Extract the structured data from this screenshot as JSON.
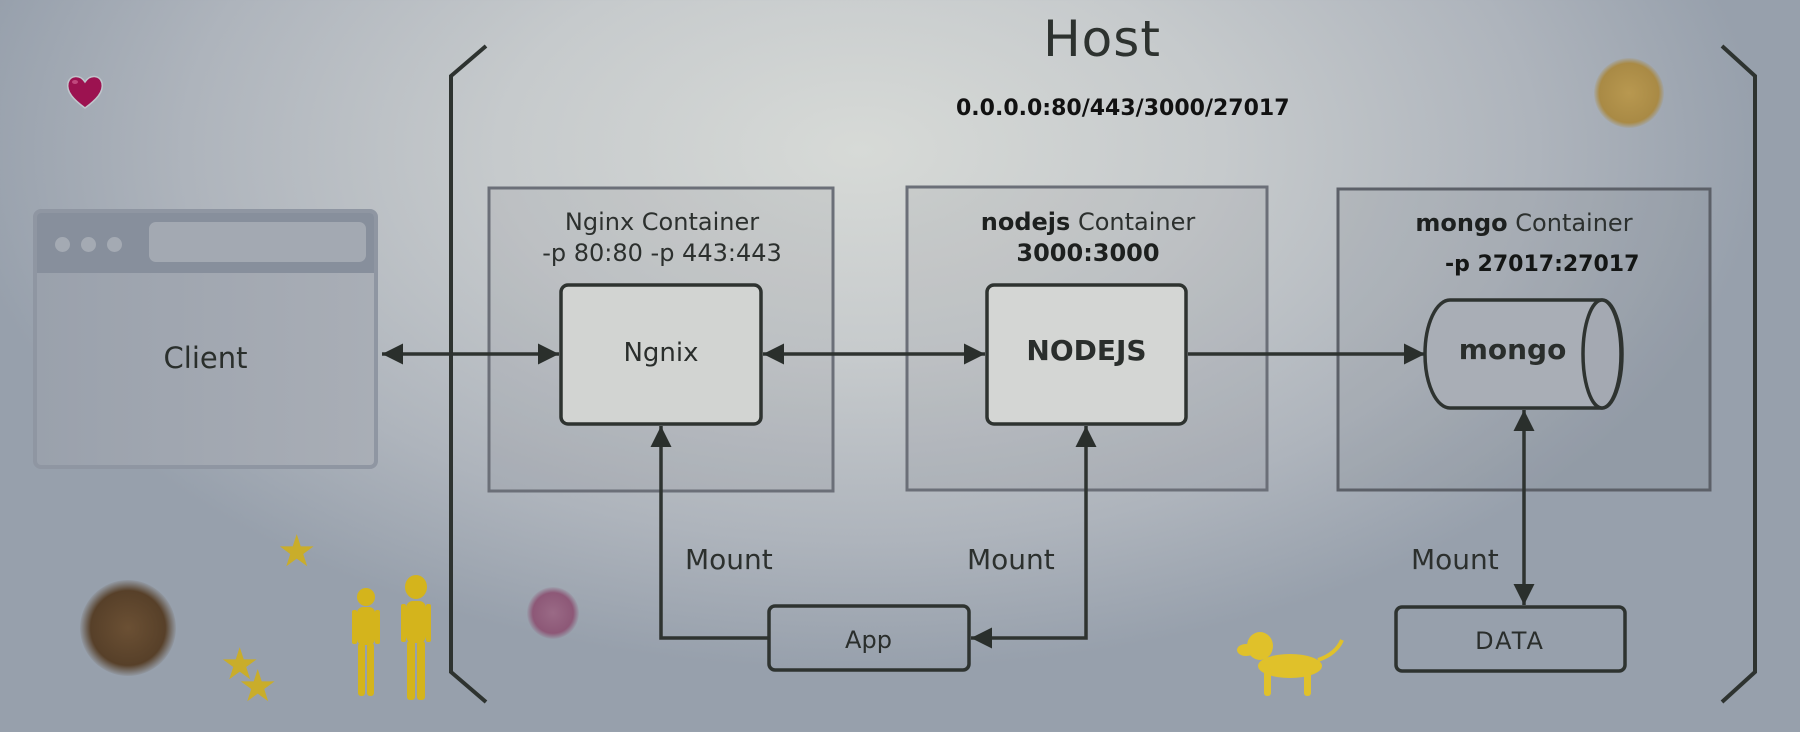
{
  "host": {
    "title": "Host",
    "ports": "0.0.0.0:80/443/3000/27017"
  },
  "client": {
    "label": "Client"
  },
  "containers": [
    {
      "name": "nginx",
      "title_main": "Nginx",
      "title_suffix": " Container",
      "ports": "-p 80:80 -p 443:443",
      "service_label": "Ngnix"
    },
    {
      "name": "nodejs",
      "title_main": "nodejs",
      "title_suffix": " Container",
      "ports": "3000:3000",
      "service_label": "NODEJS"
    },
    {
      "name": "mongo",
      "title_main": "mongo",
      "title_suffix": " Container",
      "ports": "-p 27017:27017",
      "service_label": "mongo"
    }
  ],
  "volumes": [
    {
      "label": "App"
    },
    {
      "label": "DATA"
    }
  ],
  "edges": [
    {
      "from": "Client",
      "to": "Ngnix",
      "direction": "both"
    },
    {
      "from": "Ngnix",
      "to": "NODEJS",
      "direction": "both"
    },
    {
      "from": "NODEJS",
      "to": "mongo",
      "direction": "forward"
    },
    {
      "from": "App",
      "to": "Ngnix",
      "label": "Mount",
      "direction": "forward"
    },
    {
      "from": "App",
      "to": "NODEJS",
      "label": "Mount",
      "direction": "both"
    },
    {
      "from": "mongo",
      "to": "DATA",
      "label": "Mount",
      "direction": "both"
    }
  ],
  "mount_labels": [
    "Mount",
    "Mount",
    "Mount"
  ],
  "decorations": {
    "heart": "❤",
    "star": "★"
  },
  "colors": {
    "stroke": "#2e3330",
    "container_border": "#6b6f78",
    "heart": "#a3124f",
    "figure_yellow": "#d4b41c"
  }
}
